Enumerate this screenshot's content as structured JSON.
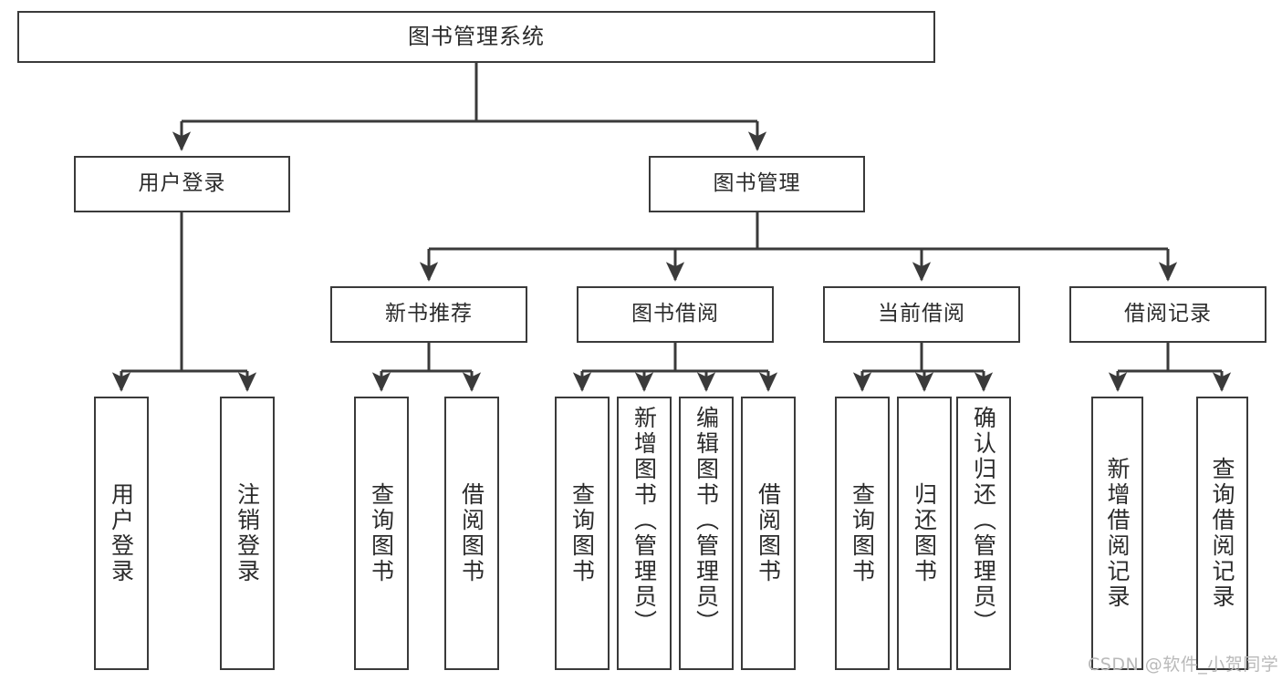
{
  "title": "图书管理系统",
  "watermark": "CSDN @软件_小贺同学",
  "colors": {
    "border": "#3a3a3a",
    "text": "#2b2b2b",
    "background": "#ffffff",
    "edge": "#3a3a3a",
    "watermark": "#b9b9b9"
  },
  "nodes": {
    "root": {
      "label": "图书管理系统"
    },
    "level2": [
      {
        "id": "user-login",
        "label": "用户登录"
      },
      {
        "id": "book-management",
        "label": "图书管理"
      }
    ],
    "level3": [
      {
        "id": "new-book-recommend",
        "label": "新书推荐"
      },
      {
        "id": "book-borrow",
        "label": "图书借阅"
      },
      {
        "id": "current-borrow",
        "label": "当前借阅"
      },
      {
        "id": "borrow-record",
        "label": "借阅记录"
      }
    ],
    "leaves": {
      "user_login": [
        {
          "id": "leaf-user-login",
          "label": "用户登录"
        },
        {
          "id": "leaf-logout",
          "label": "注销登录"
        }
      ],
      "new_book_recommend": [
        {
          "id": "leaf-query-book-1",
          "label": "查询图书"
        },
        {
          "id": "leaf-borrow-book-1",
          "label": "借阅图书"
        }
      ],
      "book_borrow": [
        {
          "id": "leaf-query-book-2",
          "label": "查询图书"
        },
        {
          "id": "leaf-add-book",
          "label": "新增图书（管理员）"
        },
        {
          "id": "leaf-edit-book",
          "label": "编辑图书（管理员）"
        },
        {
          "id": "leaf-borrow-book-2",
          "label": "借阅图书"
        }
      ],
      "current_borrow": [
        {
          "id": "leaf-query-book-3",
          "label": "查询图书"
        },
        {
          "id": "leaf-return-book",
          "label": "归还图书"
        },
        {
          "id": "leaf-confirm-return",
          "label": "确认归还（管理员）"
        }
      ],
      "borrow_record": [
        {
          "id": "leaf-add-record",
          "label": "新增借阅记录"
        },
        {
          "id": "leaf-query-record",
          "label": "查询借阅记录"
        }
      ]
    }
  }
}
